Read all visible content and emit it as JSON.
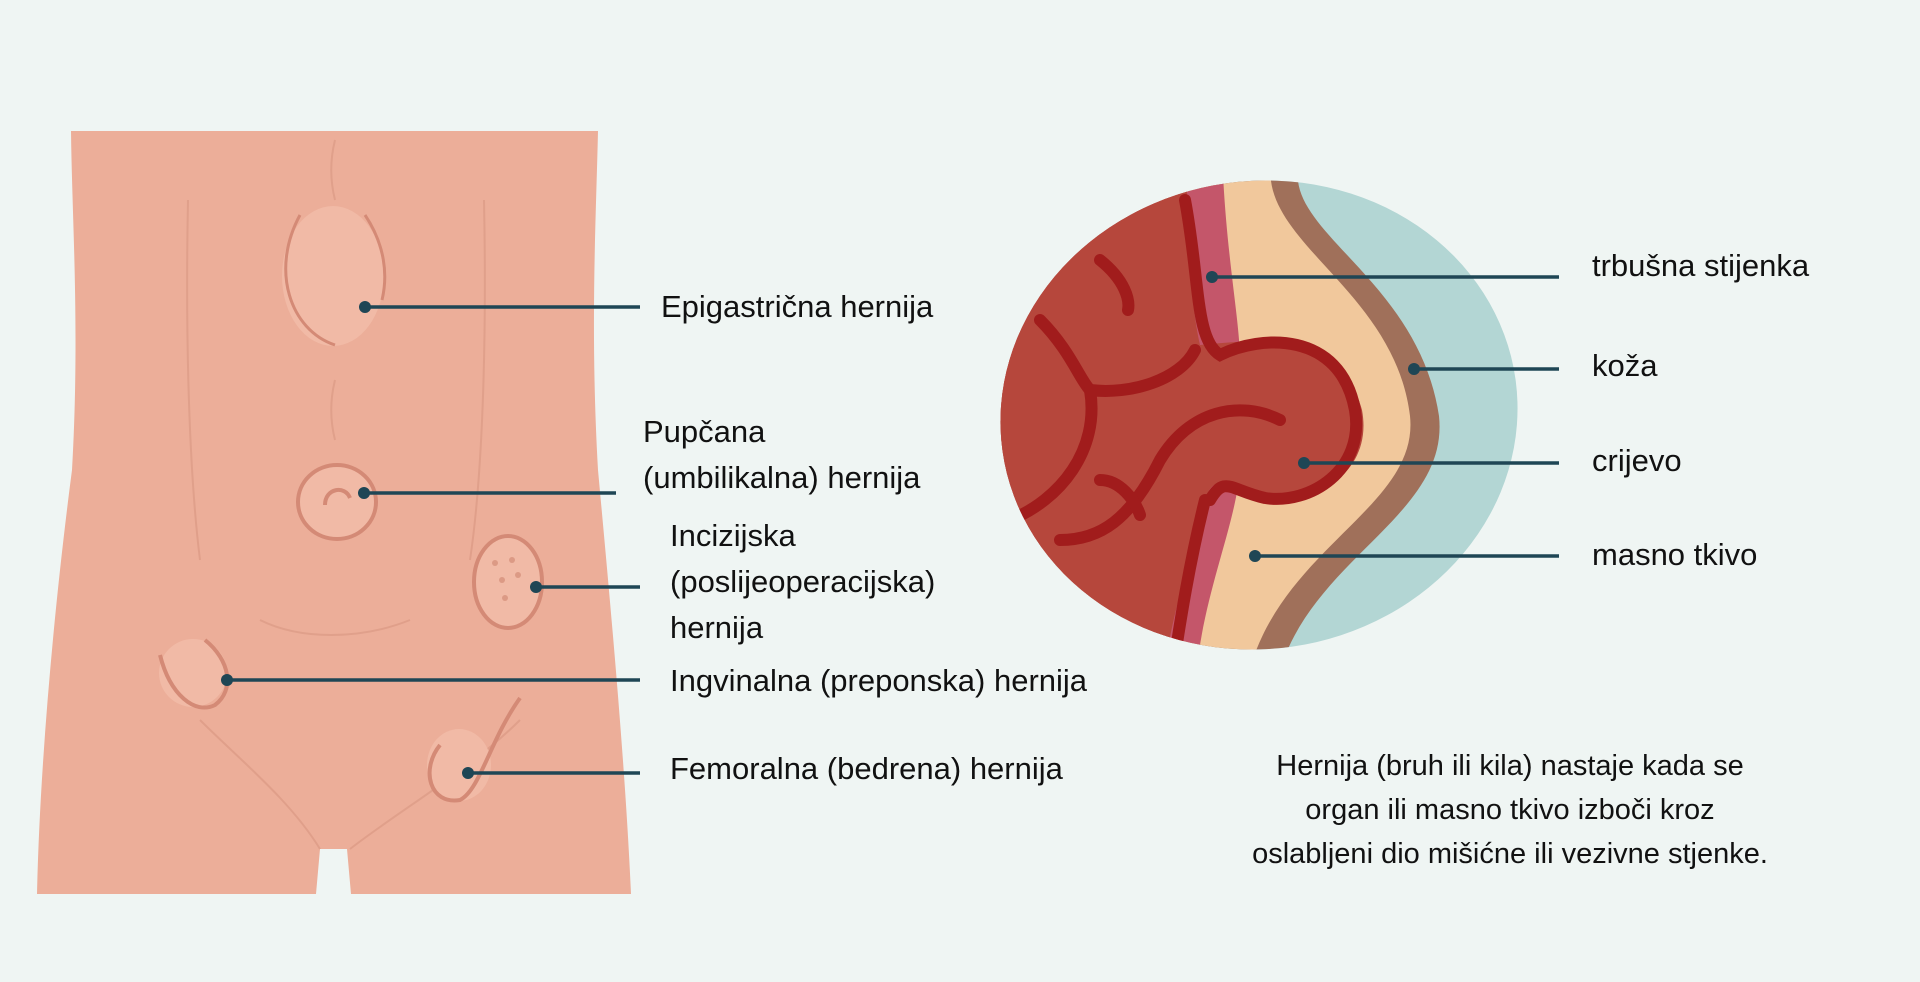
{
  "colors": {
    "background": "#eff5f3",
    "skin_torso": "#ecae99",
    "hernia_bulge": "#f1baa6",
    "leader_line": "#1f4655",
    "intestine": "#b6473c",
    "intestine_fold": "#a11c1c",
    "muscle": "#c4566a",
    "fat": "#f1c89c",
    "skin_layer": "#a0705a",
    "outside": "#b3d6d4"
  },
  "torso_labels": [
    {
      "id": "epigastric",
      "lines": [
        "Epigastrična hernija"
      ]
    },
    {
      "id": "umbilical",
      "lines": [
        "Pupčana",
        "(umbilikalna) hernija"
      ]
    },
    {
      "id": "incisional",
      "lines": [
        "Incizijska",
        "(poslijeoperacijska)",
        "hernija"
      ]
    },
    {
      "id": "inguinal",
      "lines": [
        "Ingvinalna (preponska) hernija"
      ]
    },
    {
      "id": "femoral",
      "lines": [
        "Femoralna (bedrena) hernija"
      ]
    }
  ],
  "cross_section_labels": [
    "trbušna stijenka",
    "koža",
    "crijevo",
    "masno tkivo"
  ],
  "description": {
    "lines": [
      "Hernija (bruh ili kila) nastaje kada se",
      "organ ili masno tkivo izboči kroz",
      "oslabljeni dio mišićne ili vezivne stjenke."
    ]
  }
}
